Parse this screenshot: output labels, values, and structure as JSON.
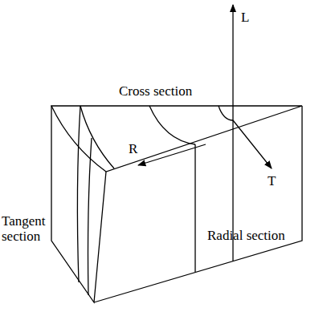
{
  "diagram": {
    "labels": [
      "L",
      "Cross section",
      "R",
      "T",
      "Tangent section",
      "Radial section"
    ]
  }
}
